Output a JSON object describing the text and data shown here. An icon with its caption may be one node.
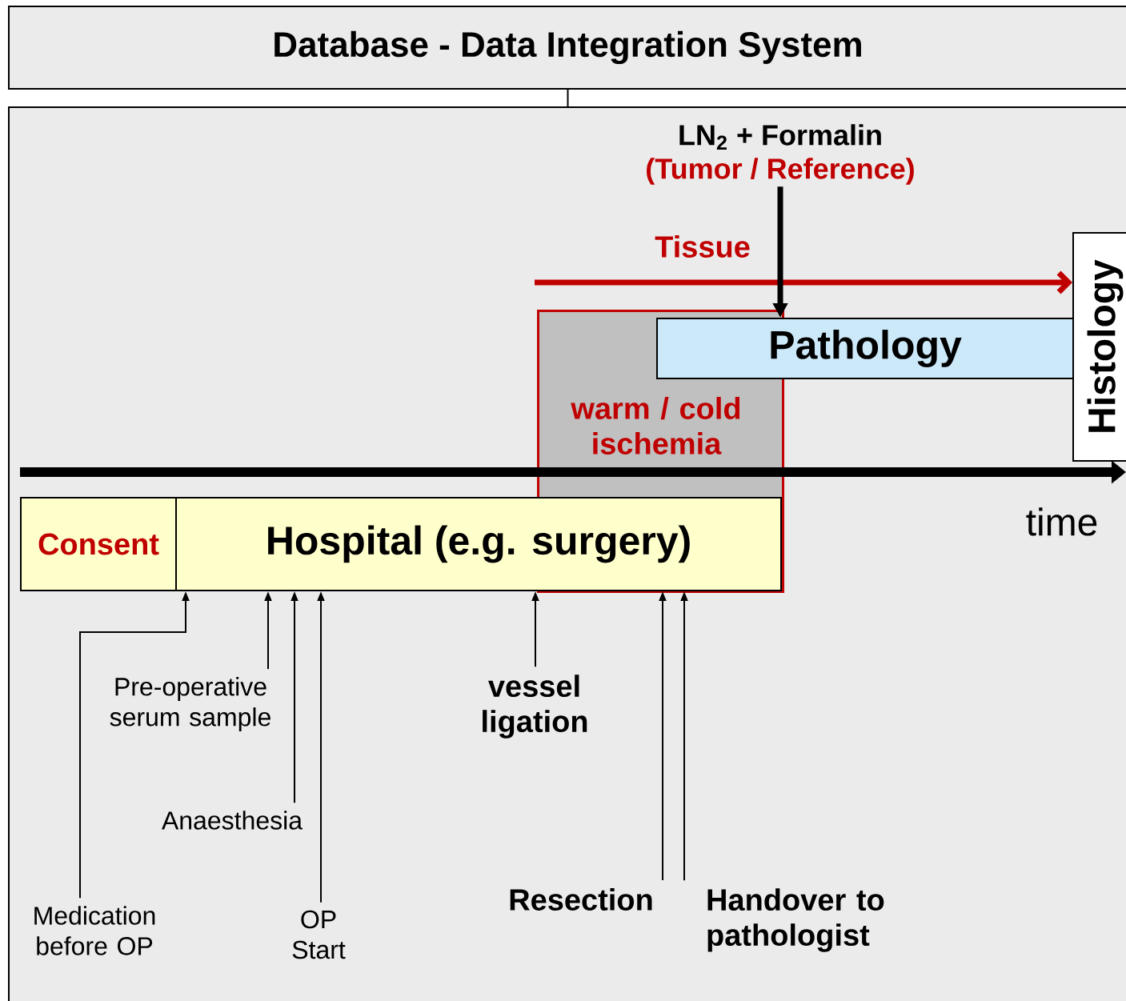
{
  "diagram": {
    "nodes": [
      {
        "text": [
          "Database - Data Integration System"
        ]
      },
      {
        "text": [],
        "shape": "box"
      },
      {
        "text": [
          "LN$_{2}$ + Formalin",
          "(Tumor / Reference)"
        ],
        "in": 1
      },
      {
        "text": [
          "warm / cold ischemia"
        ],
        "in": 1
      },
      {
        "text": [
          "Pathology"
        ],
        "in": 1
      },
      {
        "text": [
          "Histology"
        ],
        "in": 1
      },
      {
        "text": [
          "Consent"
        ],
        "in": 1
      },
      {
        "text": [
          "Hospital (e.g. surgery)"
        ],
        "in": 1
      },
      {
        "text": [
          "Pre-operative serum sample"
        ],
        "in": 1
      },
      {
        "text": [
          "Anaesthesia"
        ],
        "in": 1
      },
      {
        "text": [
          "Medication before OP"
        ],
        "in": 1
      },
      {
        "text": [
          "OP Start"
        ],
        "in": 1
      },
      {
        "text": [
          "vessel ligation"
        ],
        "in": 1
      },
      {
        "text": [
          "Resection"
        ],
        "in": 1
      },
      {
        "text": [
          "Handover to pathologist"
        ],
        "in": 1
      }
    ],
    "edges": [
      {
        "from": 0,
        "to": 1,
        "arrow": "none"
      },
      {
        "from": null,
        "to": 5,
        "arrow": "to",
        "label": "Tissue",
        "style": "thick",
        "color": "#c00000"
      },
      {
        "from": 2,
        "to": 4,
        "arrow": "to",
        "style": "thick"
      },
      {
        "from": 8,
        "to": 7,
        "arrow": "to"
      },
      {
        "from": 9,
        "to": 7,
        "arrow": "to"
      },
      {
        "from": 10,
        "to": 7,
        "arrow": "to"
      },
      {
        "from": 11,
        "to": 7,
        "arrow": "to"
      },
      {
        "from": 12,
        "to": 7,
        "arrow": "to"
      },
      {
        "from": 13,
        "to": 7,
        "arrow": "to"
      },
      {
        "from": 14,
        "to": 7,
        "arrow": "to"
      }
    ],
    "labels": [
      "time"
    ]
  }
}
